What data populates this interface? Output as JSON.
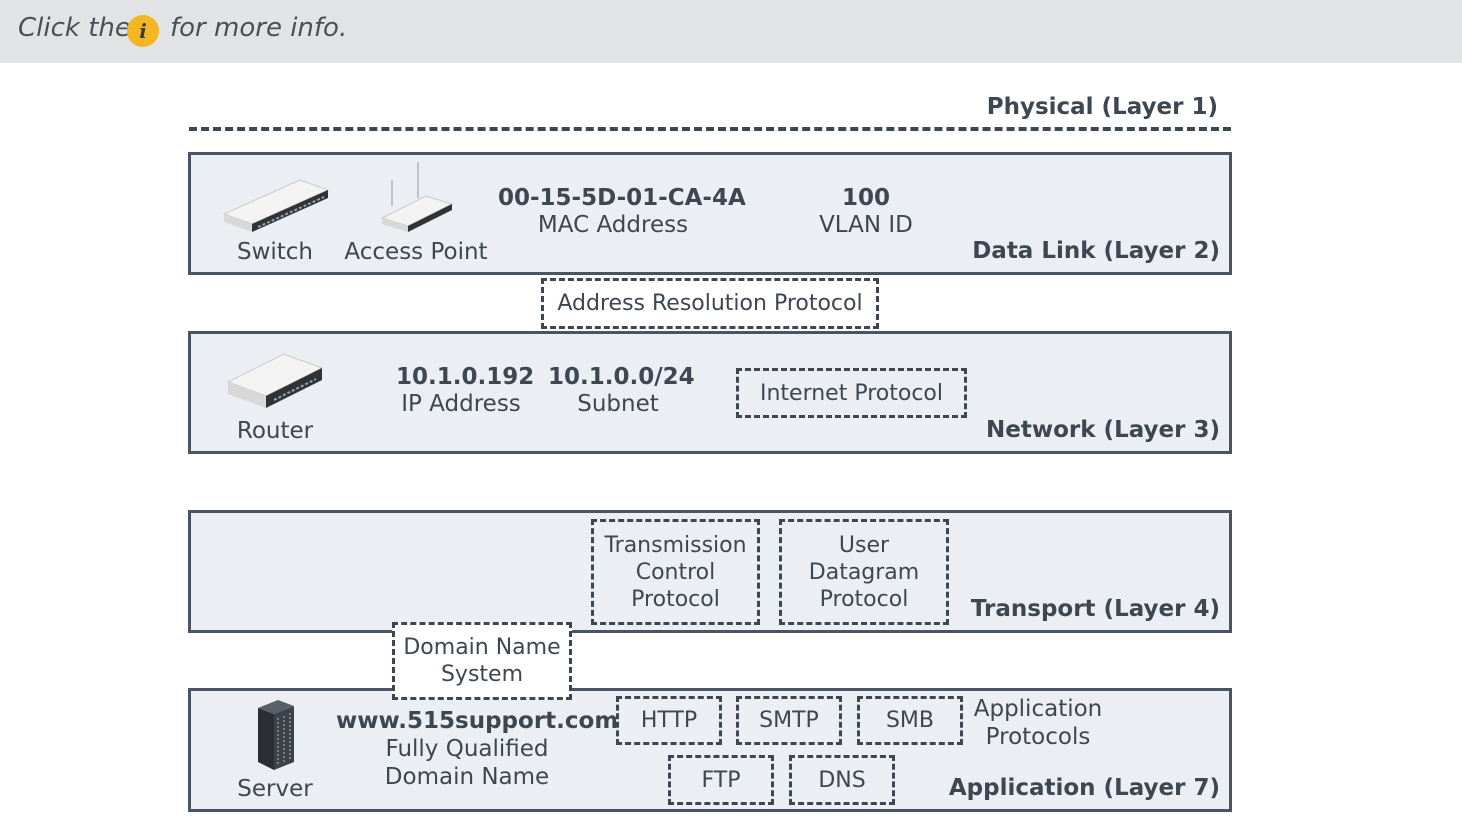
{
  "hint": {
    "before": "Click the",
    "icon": "i",
    "after": "for more info."
  },
  "physical": {
    "title": "Physical (Layer 1)"
  },
  "datalink": {
    "title": "Data Link (Layer 2)",
    "devices": {
      "switch": "Switch",
      "access_point": "Access Point"
    },
    "mac": {
      "value": "00-15-5D-01-CA-4A",
      "label": "MAC Address"
    },
    "vlan": {
      "value": "100",
      "label": "VLAN ID"
    }
  },
  "arp": "Address Resolution Protocol",
  "network": {
    "title": "Network (Layer 3)",
    "devices": {
      "router": "Router"
    },
    "ip": {
      "value": "10.1.0.192",
      "label": "IP Address"
    },
    "subnet": {
      "value": "10.1.0.0/24",
      "label": "Subnet"
    },
    "protocol": "Internet Protocol"
  },
  "transport": {
    "title": "Transport (Layer 4)",
    "tcp": "Transmission\nControl\nProtocol",
    "udp": "User\nDatagram\nProtocol"
  },
  "dns_system": "Domain Name\nSystem",
  "application": {
    "title": "Application (Layer 7)",
    "devices": {
      "server": "Server"
    },
    "fqdn": {
      "value": "www.515support.com",
      "label": "Fully Qualified\nDomain Name"
    },
    "protocols": [
      "HTTP",
      "SMTP",
      "SMB",
      "FTP",
      "DNS"
    ],
    "protocols_label": "Application\nProtocols"
  }
}
